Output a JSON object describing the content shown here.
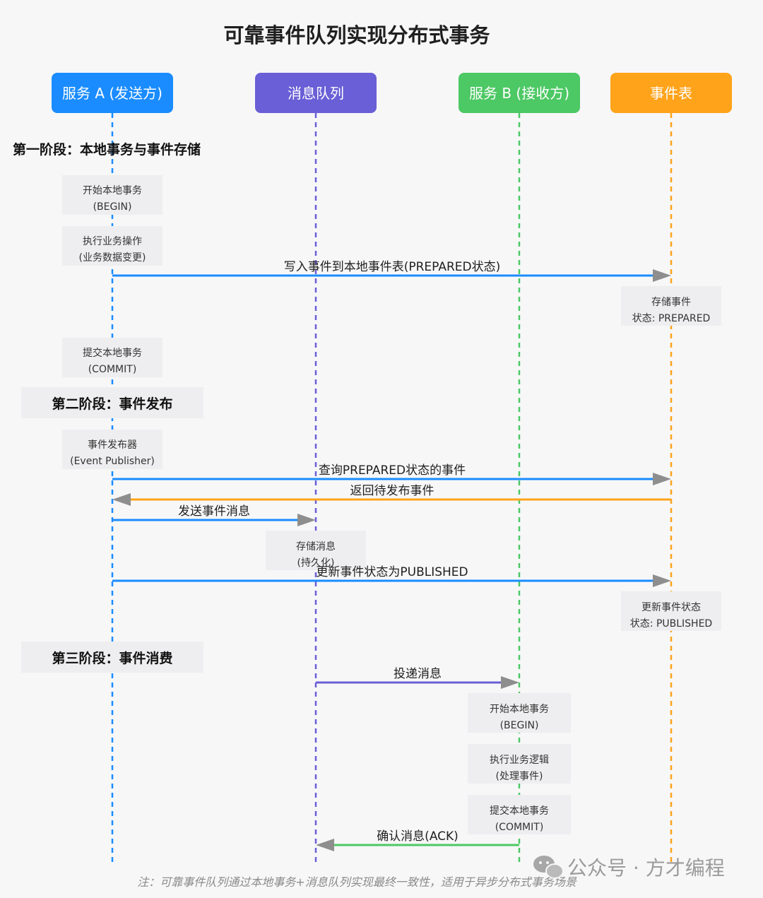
{
  "title": "可靠事件队列实现分布式事务",
  "colors": {
    "service_a": "#1a8cff",
    "queue": "#6a5fd6",
    "service_b": "#4cc864",
    "event_table": "#ffa31a",
    "note_bg": "#eeeef0",
    "arrow_head": "#8e8e8e"
  },
  "actors": [
    {
      "id": "A",
      "label": "服务 A (发送方)",
      "color": "#1a8cff"
    },
    {
      "id": "MQ",
      "label": "消息队列",
      "color": "#6a5fd6"
    },
    {
      "id": "B",
      "label": "服务 B (接收方)",
      "color": "#4cc864"
    },
    {
      "id": "T",
      "label": "事件表",
      "color": "#ffa31a"
    }
  ],
  "phases": [
    {
      "label": "第一阶段：本地事务与事件存储"
    },
    {
      "label": "第二阶段：事件发布"
    },
    {
      "label": "第三阶段：事件消费"
    }
  ],
  "notes": [
    {
      "actor": "A",
      "lines": [
        "开始本地事务",
        "(BEGIN)"
      ]
    },
    {
      "actor": "A",
      "lines": [
        "执行业务操作",
        "(业务数据变更)"
      ]
    },
    {
      "actor": "T",
      "lines": [
        "存储事件",
        "状态: PREPARED"
      ]
    },
    {
      "actor": "A",
      "lines": [
        "提交本地事务",
        "(COMMIT)"
      ]
    },
    {
      "actor": "A",
      "lines": [
        "事件发布器",
        "(Event Publisher)"
      ]
    },
    {
      "actor": "MQ",
      "lines": [
        "存储消息",
        "(持久化)"
      ]
    },
    {
      "actor": "T",
      "lines": [
        "更新事件状态",
        "状态: PUBLISHED"
      ]
    },
    {
      "actor": "B",
      "lines": [
        "开始本地事务",
        "(BEGIN)"
      ]
    },
    {
      "actor": "B",
      "lines": [
        "执行业务逻辑",
        "(处理事件)"
      ]
    },
    {
      "actor": "B",
      "lines": [
        "提交本地事务",
        "(COMMIT)"
      ]
    }
  ],
  "messages": [
    {
      "from": "A",
      "to": "T",
      "label": "写入事件到本地事件表(PREPARED状态)",
      "color": "#1a8cff"
    },
    {
      "from": "A",
      "to": "T",
      "label": "查询PREPARED状态的事件",
      "color": "#1a8cff"
    },
    {
      "from": "T",
      "to": "A",
      "label": "返回待发布事件",
      "color": "#ffa31a"
    },
    {
      "from": "A",
      "to": "MQ",
      "label": "发送事件消息",
      "color": "#1a8cff"
    },
    {
      "from": "A",
      "to": "T",
      "label": "更新事件状态为PUBLISHED",
      "color": "#1a8cff"
    },
    {
      "from": "MQ",
      "to": "B",
      "label": "投递消息",
      "color": "#6a5fd6"
    },
    {
      "from": "B",
      "to": "MQ",
      "label": "确认消息(ACK)",
      "color": "#4cc864"
    }
  ],
  "footnote": "注：可靠事件队列通过本地事务+消息队列实现最终一致性，适用于异步分布式事务场景",
  "watermark": {
    "text": "公众号 · 方才编程",
    "icon": "wechat-icon"
  }
}
